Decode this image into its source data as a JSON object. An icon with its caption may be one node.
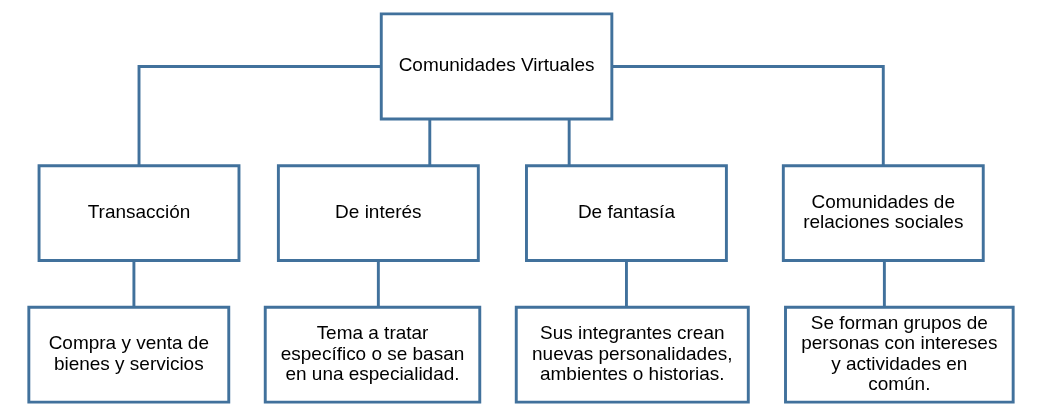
{
  "diagram": {
    "nodes": [
      {
        "text": [
          "Comunidades Virtuales"
        ]
      },
      {
        "text": [
          "Transacción"
        ]
      },
      {
        "text": [
          "De interés"
        ]
      },
      {
        "text": [
          "De fantasía"
        ]
      },
      {
        "text": [
          "Comunidades de relaciones sociales"
        ]
      },
      {
        "text": [
          "Compra y venta de bienes y servicios"
        ]
      },
      {
        "text": [
          "Tema a tratar específico o se basan en una especialidad."
        ]
      },
      {
        "text": [
          "Sus integrantes crean nuevas personalidades, ambientes o historias."
        ]
      },
      {
        "text": [
          "Se forman grupos de personas con intereses y actividades en común."
        ]
      }
    ],
    "edges": [
      {
        "from": 0,
        "to": 1,
        "arrow": "none"
      },
      {
        "from": 0,
        "to": 2,
        "arrow": "none"
      },
      {
        "from": 0,
        "to": 3,
        "arrow": "none"
      },
      {
        "from": 0,
        "to": 4,
        "arrow": "none"
      },
      {
        "from": 1,
        "to": 5,
        "arrow": "none"
      },
      {
        "from": 2,
        "to": 6,
        "arrow": "none"
      },
      {
        "from": 3,
        "to": 7,
        "arrow": "none"
      },
      {
        "from": 4,
        "to": 8,
        "arrow": "none"
      }
    ]
  }
}
